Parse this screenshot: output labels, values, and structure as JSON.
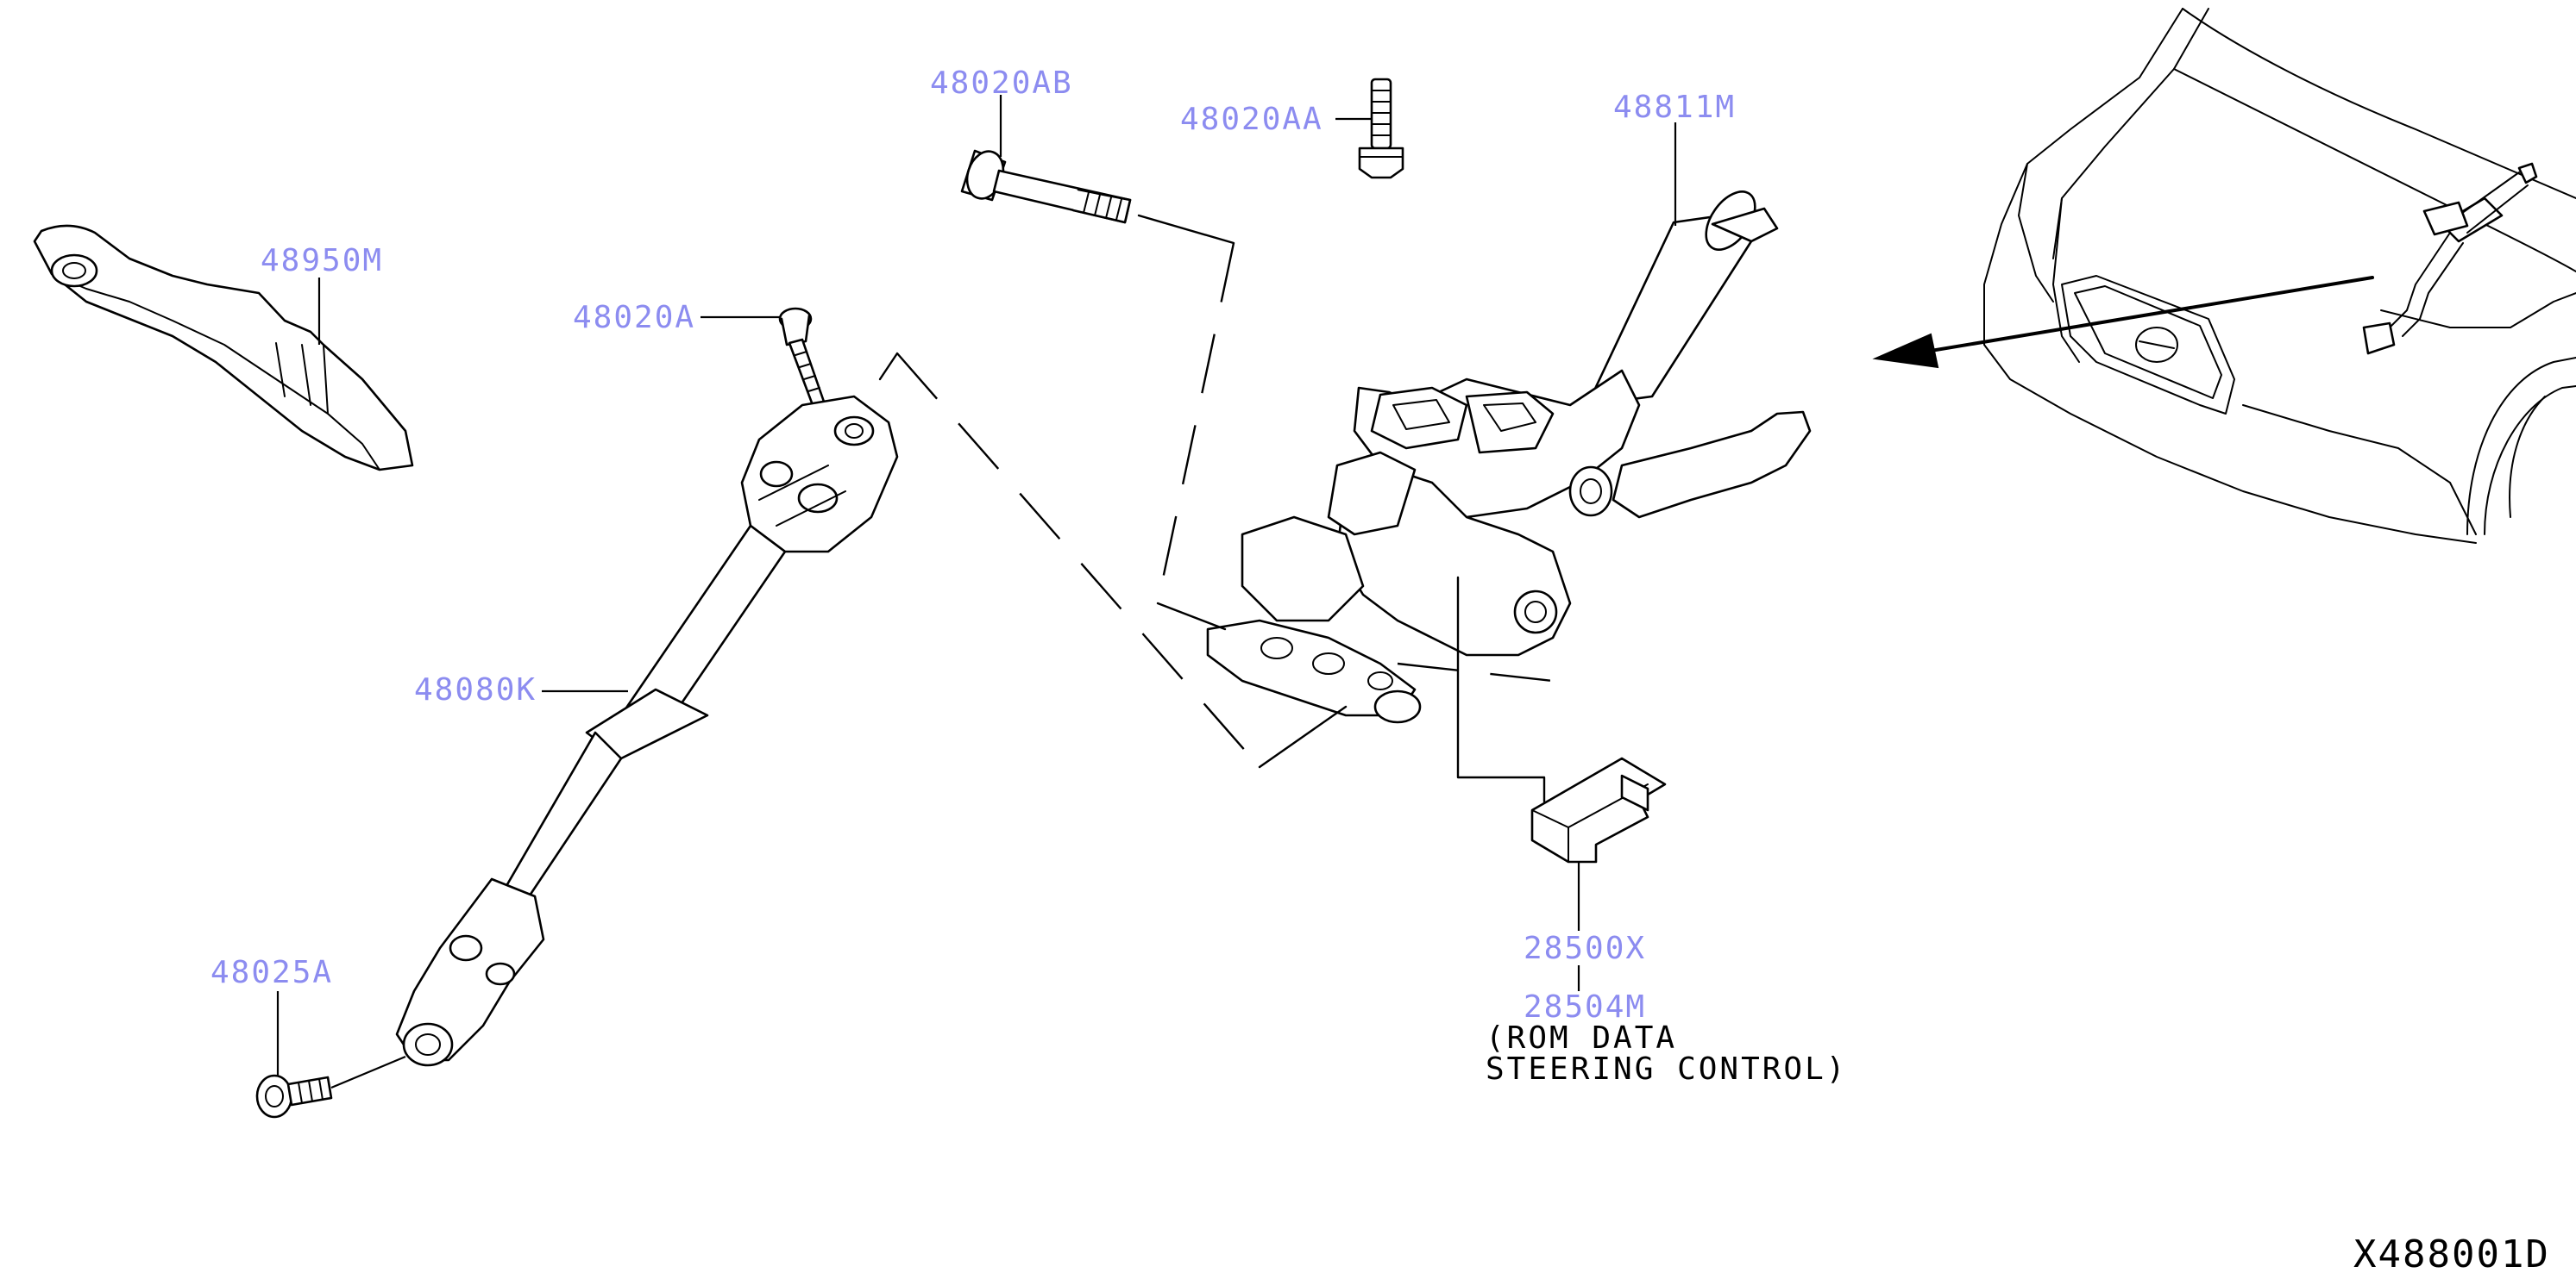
{
  "parts": {
    "cover": "48950M",
    "bolt_upper": "48020A",
    "bolt_long": "48020AB",
    "bolt_small": "48020AA",
    "column": "48811M",
    "shaft": "48080K",
    "bolt_lower": "48025A",
    "controller_a": "28500X",
    "controller_b": "28504M"
  },
  "note": {
    "line1": "(ROM DATA",
    "line2": "STEERING CONTROL)"
  },
  "diagram_code": "X488001D"
}
